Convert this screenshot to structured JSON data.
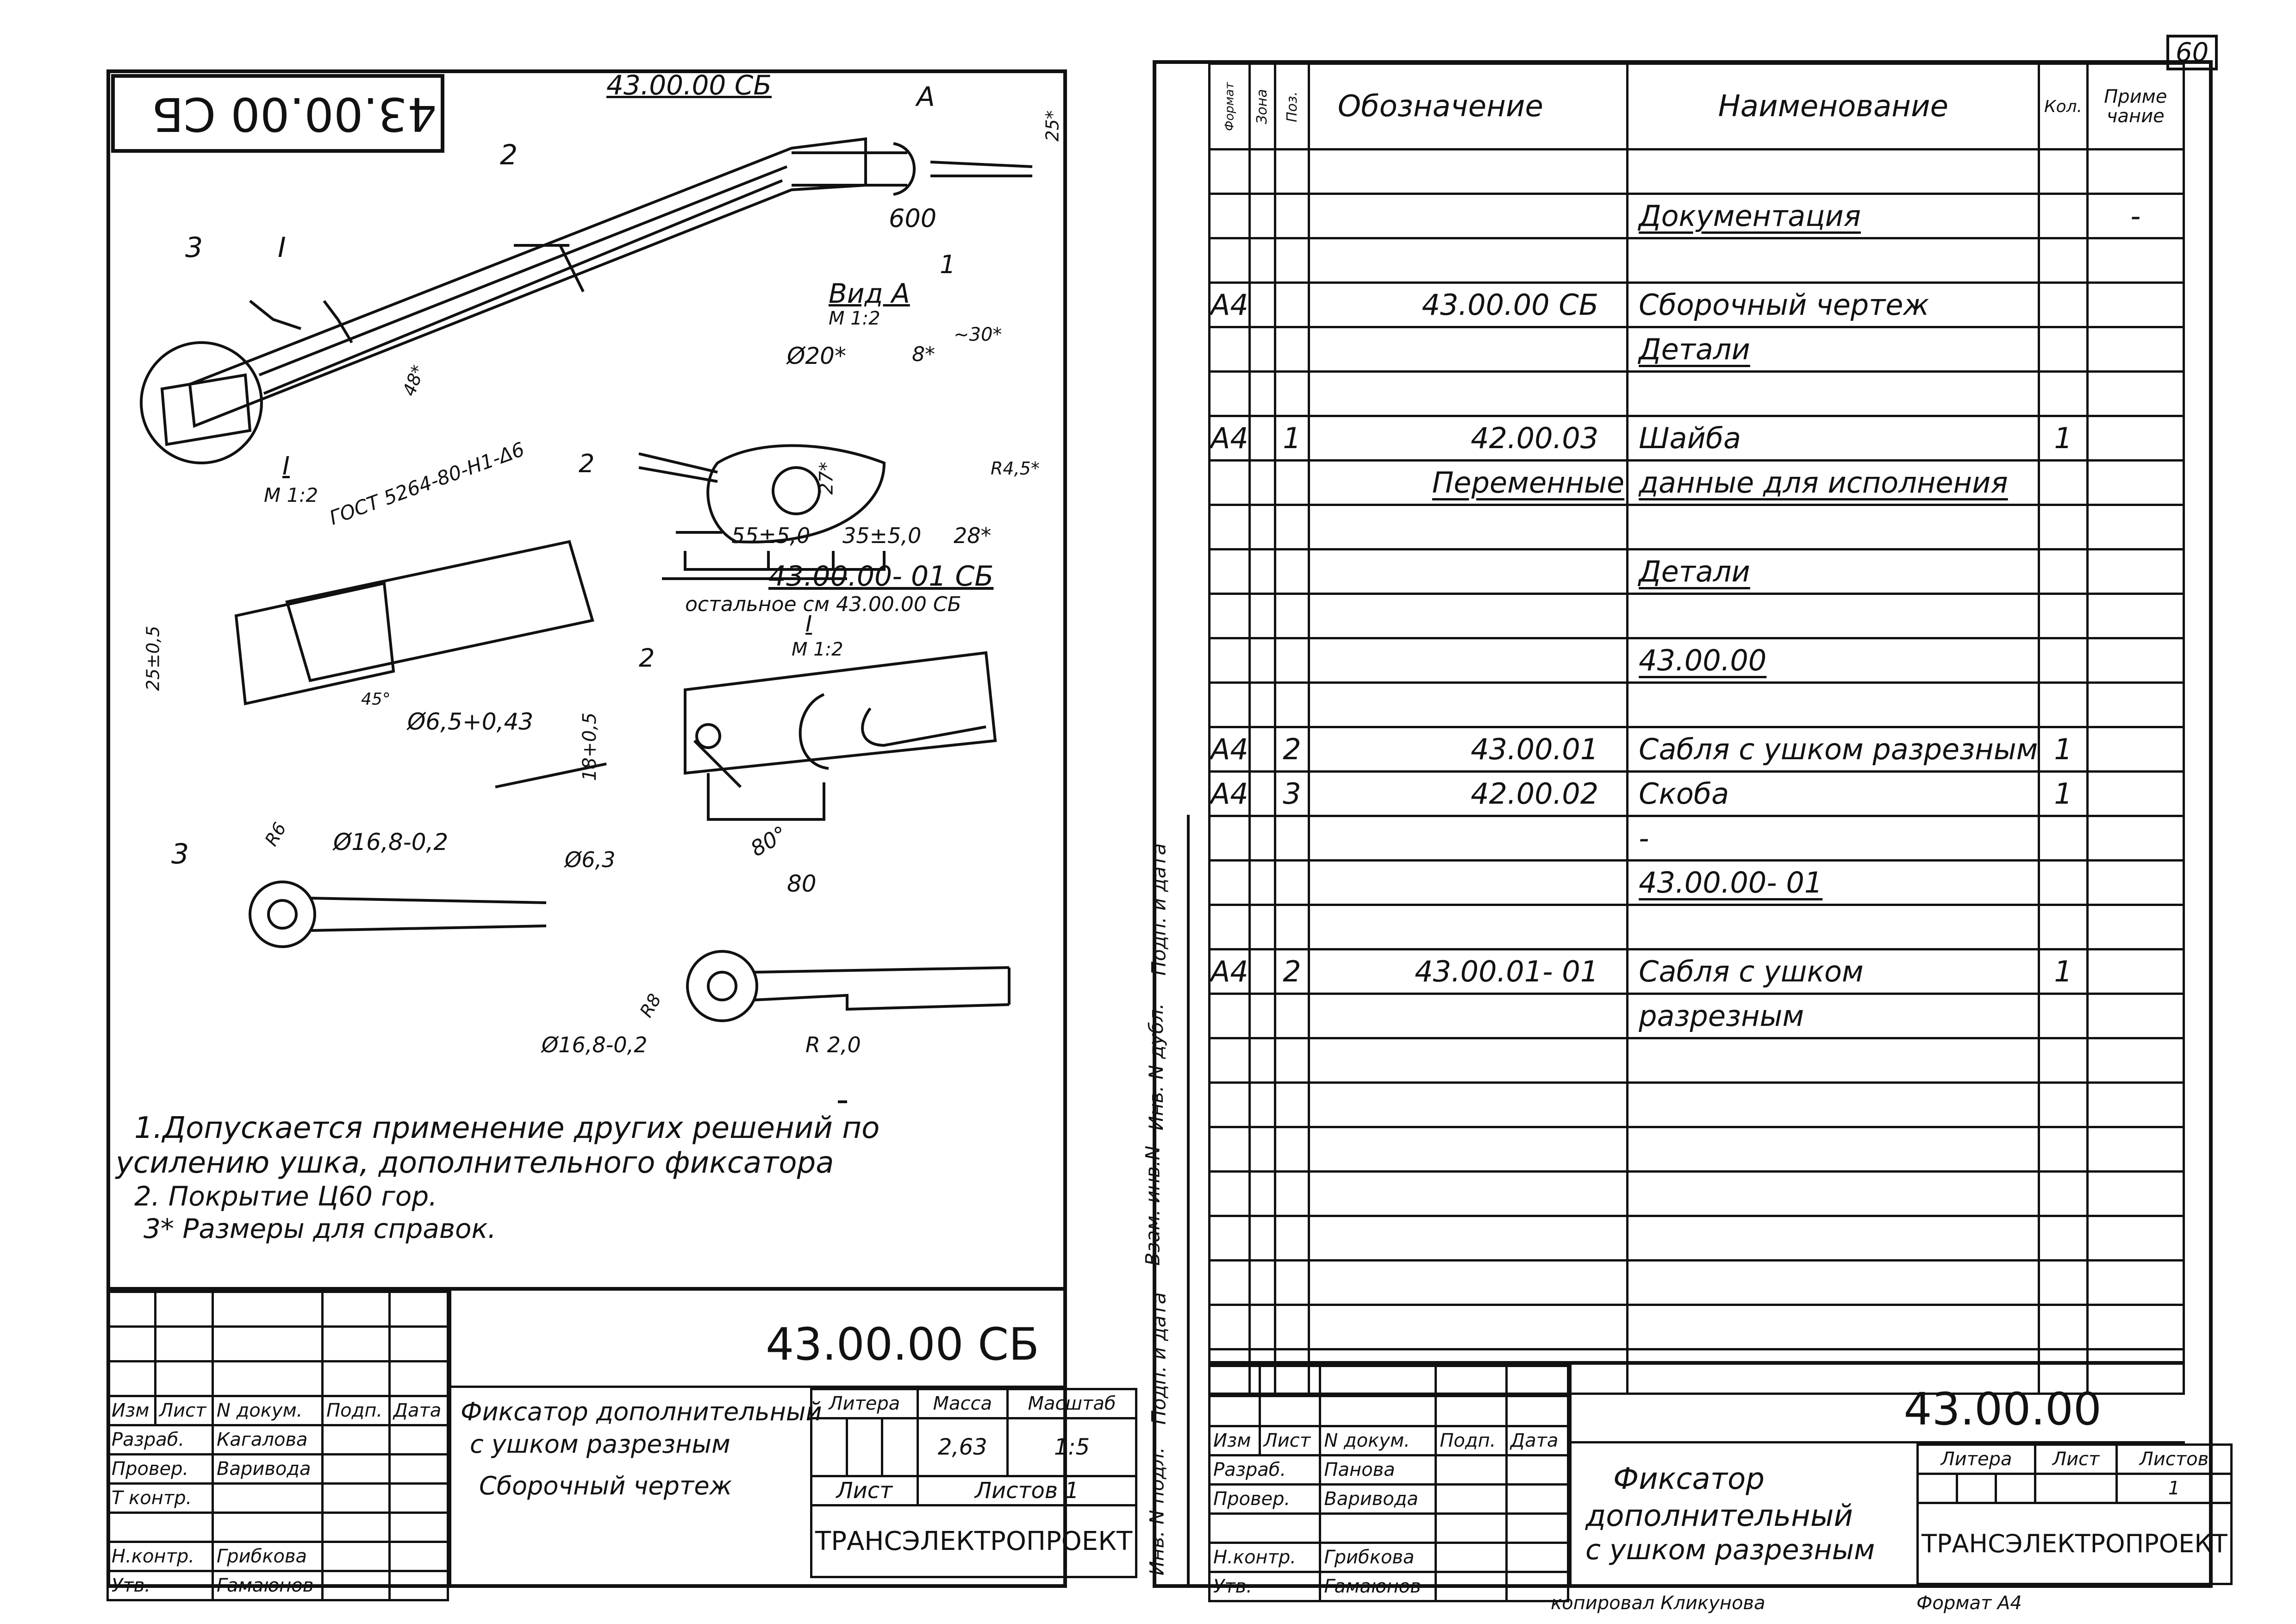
{
  "page_number": "60",
  "drawing": {
    "stamp_code": "43.00.00 СБ",
    "assembly_ref": "43.00.00 СБ",
    "view_a_marker": "А",
    "dims": {
      "d600": "600",
      "d25": "25*",
      "d48": "48*",
      "d20": "Ø20*",
      "d8": "8*",
      "d30": "~30*",
      "d27": "27*",
      "d55": "55±5,0",
      "d35": "35±5,0",
      "d28": "28*",
      "r45": "R4,5*",
      "d65": "Ø6,5+0,43",
      "d18": "18+0,5",
      "d63": "Ø6,3",
      "d80deg": "80°",
      "d80": "80",
      "d168a": "Ø16,8-0,2",
      "d168b": "Ø16,8-0,2",
      "r20": "R 2,0",
      "r6": "R6",
      "r8": "R8",
      "d25x": "25±0,5",
      "gost": "ГОСТ 5264-80-Н1-Δ6",
      "k45": "45°"
    },
    "labels": {
      "pos1": "1",
      "pos2a": "2",
      "pos2b": "2",
      "pos2c": "2",
      "pos3a": "3",
      "pos3b": "3",
      "roman1": "I",
      "view_a_title": "Вид А",
      "view_a_scale": "М 1:2",
      "i_title": "I",
      "i_scale": "М 1:2",
      "i2_title": "I",
      "i2_scale": "М 1:2",
      "variant": "43.00.00- 01 СБ",
      "variant_note": "остальное см 43.00.00 СБ"
    },
    "notes": [
      "1.Допускается применение других решений по",
      "усилению ушка, дополнительного фиксатора",
      "2. Покрытие Ц60 гор.",
      "3* Размеры для справок."
    ]
  },
  "left_title_block": {
    "code": "43.00.00 СБ",
    "head": [
      "Изм",
      "Лист",
      "N докум.",
      "Подп.",
      "Дата"
    ],
    "rows": [
      [
        "Разраб.",
        "Кагалова"
      ],
      [
        "Провер.",
        "Варивода"
      ],
      [
        "Т контр.",
        ""
      ],
      [
        "",
        ""
      ],
      [
        "Н.контр.",
        "Грибкова"
      ],
      [
        "Утв.",
        "Гамаюнов"
      ]
    ],
    "name": [
      "Фиксатор дополнительный",
      "с ушком разрезным",
      "Сборочный чертеж"
    ],
    "litera": "Литера",
    "mass": "Масса",
    "scale": "Масштаб",
    "mass_value": "2,63",
    "scale_value": "1:5",
    "sheet": "Лист",
    "sheets": "Листов 1",
    "org": "ТРАНСЭЛЕКТРОПРОЕКТ"
  },
  "spec": {
    "headers": {
      "format": "Формат",
      "zone": "Зона",
      "pos": "Поз.",
      "designation": "Обозначение",
      "name": "Наименование",
      "qty": "Кол.",
      "note": "Приме чание"
    },
    "rows": [
      {
        "f": "",
        "p": "",
        "d": "",
        "n": "",
        "q": "",
        "nt": ""
      },
      {
        "f": "",
        "p": "",
        "d": "",
        "n": "Документация",
        "u": true,
        "q": "",
        "nt": "-"
      },
      {
        "f": "",
        "p": "",
        "d": "",
        "n": "",
        "q": "",
        "nt": ""
      },
      {
        "f": "А4",
        "p": "",
        "d": "43.00.00 СБ",
        "n": "Сборочный чертеж",
        "q": "",
        "nt": ""
      },
      {
        "f": "",
        "p": "",
        "d": "",
        "n": "Детали",
        "u": true,
        "q": "",
        "nt": ""
      },
      {
        "f": "",
        "p": "",
        "d": "",
        "n": "",
        "q": "",
        "nt": ""
      },
      {
        "f": "А4",
        "p": "1",
        "d": "42.00.03",
        "n": "Шайба",
        "q": "1",
        "nt": ""
      },
      {
        "f": "",
        "p": "",
        "d": "Переменные",
        "n": "данные для исполнения",
        "u": true,
        "q": "",
        "nt": ""
      },
      {
        "f": "",
        "p": "",
        "d": "",
        "n": "",
        "q": "",
        "nt": ""
      },
      {
        "f": "",
        "p": "",
        "d": "",
        "n": "Детали",
        "u": true,
        "q": "",
        "nt": ""
      },
      {
        "f": "",
        "p": "",
        "d": "",
        "n": "",
        "q": "",
        "nt": ""
      },
      {
        "f": "",
        "p": "",
        "d": "",
        "n": "43.00.00",
        "u": true,
        "q": "",
        "nt": ""
      },
      {
        "f": "",
        "p": "",
        "d": "",
        "n": "",
        "q": "",
        "nt": ""
      },
      {
        "f": "А4",
        "p": "2",
        "d": "43.00.01",
        "n": "Сабля с ушком разрезным",
        "q": "1",
        "nt": ""
      },
      {
        "f": "А4",
        "p": "3",
        "d": "42.00.02",
        "n": "Скоба",
        "q": "1",
        "nt": ""
      },
      {
        "f": "",
        "p": "",
        "d": "",
        "n": "-",
        "q": "",
        "nt": ""
      },
      {
        "f": "",
        "p": "",
        "d": "",
        "n": "43.00.00- 01",
        "u": true,
        "q": "",
        "nt": ""
      },
      {
        "f": "",
        "p": "",
        "d": "",
        "n": "",
        "q": "",
        "nt": ""
      },
      {
        "f": "А4",
        "p": "2",
        "d": "43.00.01- 01",
        "n": "Сабля с ушком",
        "q": "1",
        "nt": ""
      },
      {
        "f": "",
        "p": "",
        "d": "",
        "n": "разрезным",
        "q": "",
        "nt": ""
      },
      {
        "f": "",
        "p": "",
        "d": "",
        "n": "",
        "q": "",
        "nt": ""
      },
      {
        "f": "",
        "p": "",
        "d": "",
        "n": "",
        "q": "",
        "nt": ""
      },
      {
        "f": "",
        "p": "",
        "d": "",
        "n": "",
        "q": "",
        "nt": ""
      },
      {
        "f": "",
        "p": "",
        "d": "",
        "n": "",
        "q": "",
        "nt": ""
      },
      {
        "f": "",
        "p": "",
        "d": "",
        "n": "",
        "q": "",
        "nt": ""
      },
      {
        "f": "",
        "p": "",
        "d": "",
        "n": "",
        "q": "",
        "nt": ""
      },
      {
        "f": "",
        "p": "",
        "d": "",
        "n": "",
        "q": "",
        "nt": ""
      },
      {
        "f": "",
        "p": "",
        "d": "",
        "n": "",
        "q": "",
        "nt": ""
      }
    ],
    "side_labels": [
      "Подп. и дата",
      "Инв. N дубл.",
      "Взам. инв.N",
      "Подп. и дата",
      "Инв. N подл."
    ]
  },
  "right_title_block": {
    "code": "43.00.00",
    "head": [
      "Изм",
      "Лист",
      "N докум.",
      "Подп.",
      "Дата"
    ],
    "rows": [
      [
        "Разраб.",
        "Панова"
      ],
      [
        "Провер.",
        "Варивода"
      ],
      [
        "",
        ""
      ],
      [
        "Н.контр.",
        "Грибкова"
      ],
      [
        "Утв.",
        "Гамаюнов"
      ]
    ],
    "name": [
      "Фиксатор",
      "дополнительный",
      "с ушком разрезным"
    ],
    "litera": "Литера",
    "sheet": "Лист",
    "sheets": "Листов",
    "sheets_value": "1",
    "org": "ТРАНСЭЛЕКТРОПРОЕКТ"
  },
  "footer": {
    "copied": "копировал Кликунова",
    "format": "Формат А4"
  }
}
